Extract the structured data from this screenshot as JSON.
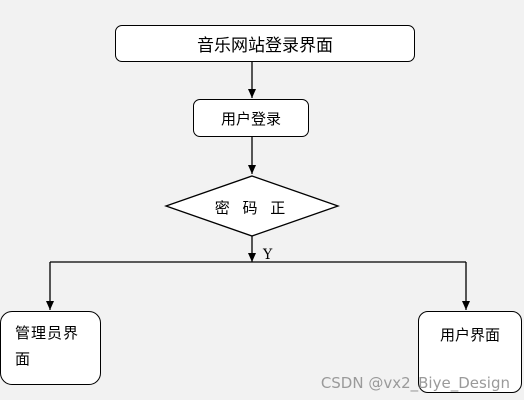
{
  "nodes": {
    "title": "音乐网站登录界面",
    "login": "用户登录",
    "password_check": "密 码 正",
    "admin": "管理员界面",
    "user": "用户界面"
  },
  "branch_label": "Y",
  "watermark": "CSDN @vx2_Biye_Design"
}
